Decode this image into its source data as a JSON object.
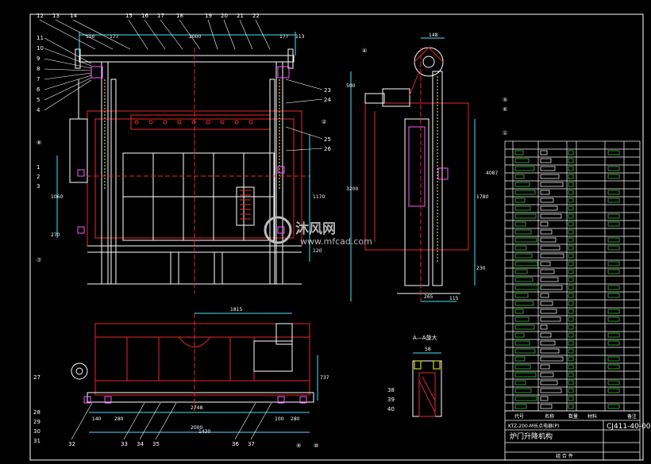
{
  "left_labels_top": [
    "12",
    "13",
    "14",
    "15",
    "16",
    "17",
    "18",
    "19",
    "20",
    "21",
    "22"
  ],
  "left_stack_labels": [
    "11",
    "10",
    "9",
    "8",
    "7",
    "6",
    "5",
    "4"
  ],
  "left_mid_labels": [
    "1",
    "2",
    "3"
  ],
  "right_side_labels": [
    "23",
    "24",
    "25",
    "26"
  ],
  "bottom_labels_left": [
    "27",
    "28",
    "29",
    "30",
    "31"
  ],
  "bottom_labels_row": [
    "32",
    "33",
    "34",
    "35",
    "36",
    "37"
  ],
  "section_labels": [
    "38",
    "39",
    "40"
  ],
  "circled_labels": [
    "⑧",
    "⑦",
    "②",
    "④",
    "⑤",
    "⑥",
    "①",
    "⑨",
    "⑩"
  ],
  "dims_front": [
    "550",
    "177",
    "2000",
    "177",
    "113",
    "1060",
    "270",
    "1170",
    "120"
  ],
  "dims_side": [
    "148",
    "500",
    "3200",
    "1780",
    "230",
    "265",
    "4087",
    "115"
  ],
  "dims_plan": [
    "1815",
    "2748",
    "2000",
    "737",
    "1430",
    "140",
    "280",
    "100",
    "280"
  ],
  "section_title": "A—A旋大",
  "section_dim": "58",
  "watermark": {
    "brand": "沐风网",
    "url": "www.mfcad.com"
  },
  "title_block": {
    "col_headers": [
      "代号",
      "名称",
      "数量",
      "材料",
      "备注"
    ],
    "spec": "KTZ-200-M长点电器(P)",
    "drawing_no": "CJ411-40-00",
    "title": "炉门升降机构",
    "footer": "组  合  件"
  },
  "colors": {
    "red": "#e8272a",
    "white": "#ffffff",
    "yellow": "#ffff00",
    "green": "#3fd23f",
    "cyan": "#44e4ff",
    "magenta": "#ff55ff"
  }
}
